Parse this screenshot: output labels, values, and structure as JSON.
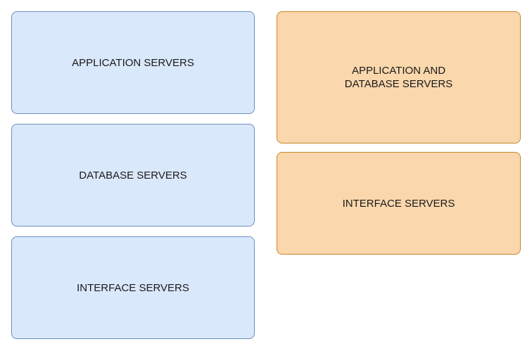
{
  "left_column": {
    "boxes": [
      {
        "label": "APPLICATION SERVERS"
      },
      {
        "label": "DATABASE SERVERS"
      },
      {
        "label": "INTERFACE SERVERS"
      }
    ],
    "fill": "#dae8fc",
    "stroke": "#6c8ebf"
  },
  "right_column": {
    "boxes": [
      {
        "label": "APPLICATION AND\nDATABASE SERVERS"
      },
      {
        "label": "INTERFACE SERVERS"
      }
    ],
    "fill": "#fad7ac",
    "stroke": "#c8872a"
  }
}
